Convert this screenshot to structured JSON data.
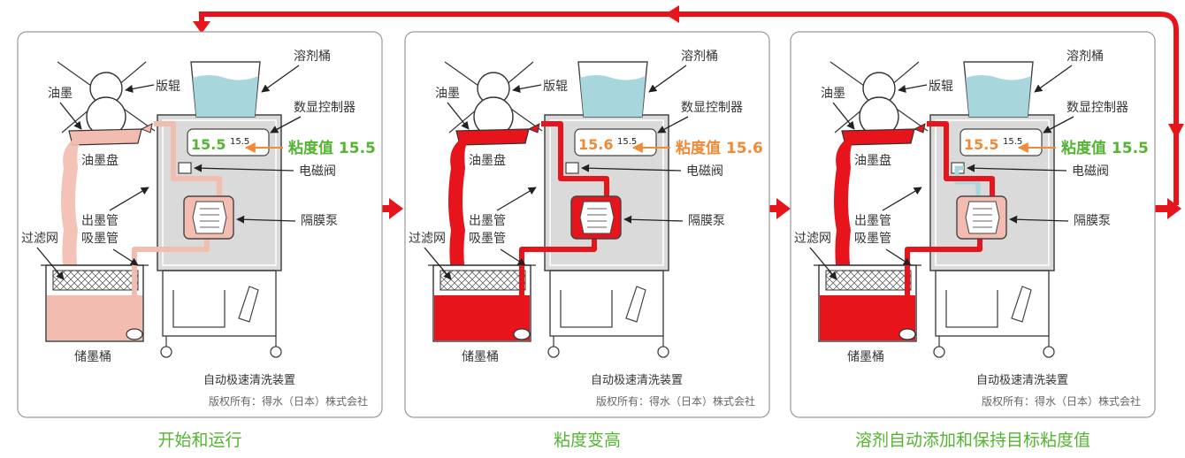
{
  "colors": {
    "ink_light": "#f3bcb0",
    "ink_red": "#e8141c",
    "solvent": "#a7d6dc",
    "green": "#53b531",
    "orange": "#f08a37",
    "flow_arrow": "#e8141c",
    "panel_border": "#999999",
    "machine_gray": "#dadada"
  },
  "panels": [
    {
      "labels": {
        "solvent_tank": "溶剂桶",
        "ink": "油墨",
        "plate_roller": "版辊",
        "controller": "数显控制器",
        "ink_tray": "油墨盘",
        "solenoid": "电磁阀",
        "outlet_pipe": "出墨管",
        "suction_pipe": "吸墨管",
        "filter": "过滤网",
        "pump": "隔膜泵",
        "ink_tank": "储墨桶"
      },
      "display_value": "15.5",
      "display_setpoint": "15.5",
      "viscosity_text": "粘度值 15.5",
      "viscosity_color": "green",
      "display_color": "green",
      "device_caption": "自动极速清洗装置",
      "copyright": "版权所有：得水（日本）株式会社",
      "title": "开始和运行",
      "ink_state": "light"
    },
    {
      "labels": {
        "solvent_tank": "溶剂桶",
        "ink": "油墨",
        "plate_roller": "版辊",
        "controller": "数显控制器",
        "ink_tray": "油墨盘",
        "solenoid": "电磁阀",
        "outlet_pipe": "出墨管",
        "suction_pipe": "吸墨管",
        "filter": "过滤网",
        "pump": "隔膜泵",
        "ink_tank": "储墨桶"
      },
      "display_value": "15.6",
      "display_setpoint": "15.5",
      "viscosity_text": "粘度值 15.6",
      "viscosity_color": "orange",
      "display_color": "orange",
      "device_caption": "自动极速清洗装置",
      "copyright": "版权所有：得水（日本）株式会社",
      "title": "粘度变高",
      "ink_state": "red"
    },
    {
      "labels": {
        "solvent_tank": "溶剂桶",
        "ink": "油墨",
        "plate_roller": "版辊",
        "controller": "数显控制器",
        "ink_tray": "油墨盘",
        "solenoid": "电磁阀",
        "outlet_pipe": "出墨管",
        "suction_pipe": "吸墨管",
        "filter": "过滤网",
        "pump": "隔膜泵",
        "ink_tank": "储墨桶"
      },
      "display_value": "15.5",
      "display_setpoint": "15.5",
      "viscosity_text": "粘度值 15.5",
      "viscosity_color": "green",
      "display_color": "orange",
      "device_caption": "自动极速清洗装置",
      "copyright": "版权所有：得水（日本）株式会社",
      "title": "溶剂自动添加和保持目标粘度值",
      "ink_state": "mixed"
    }
  ]
}
